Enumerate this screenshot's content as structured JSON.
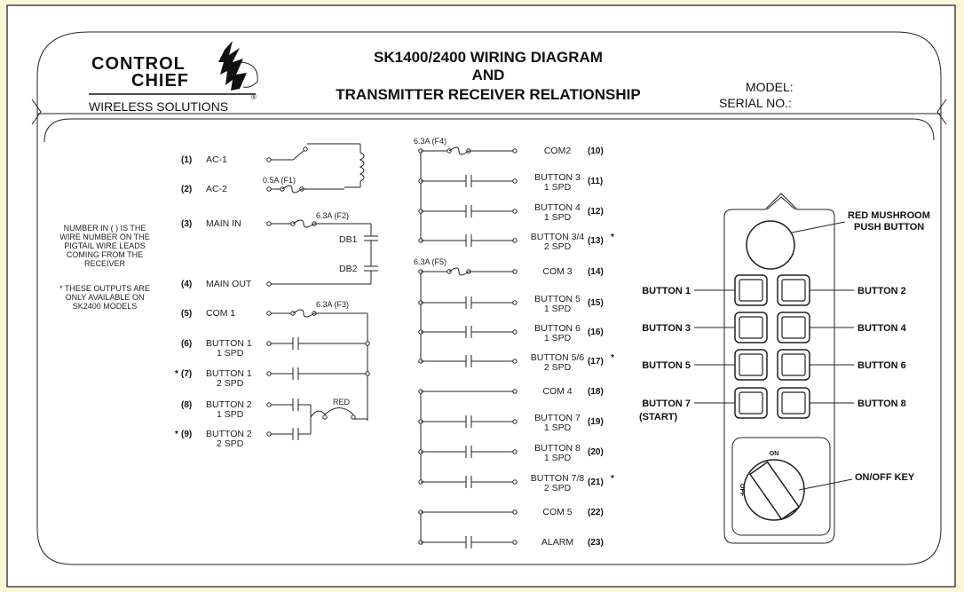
{
  "logo": {
    "line1": "CONTROL",
    "line2": "CHIEF",
    "registered": "®",
    "tagline": "WIRELESS SOLUTIONS"
  },
  "title": {
    "line1": "SK1400/2400 WIRING DIAGRAM",
    "line2": "AND",
    "line3": "TRANSMITTER RECEIVER RELATIONSHIP"
  },
  "model_label": "MODEL:",
  "serial_label": "SERIAL NO.:",
  "notes": {
    "wire_number": [
      "NUMBER IN ( ) IS THE",
      "WIRE NUMBER ON THE",
      "PIGTAIL WIRE LEADS",
      "COMING FROM THE",
      "RECEIVER"
    ],
    "outputs": [
      "* THESE OUTPUTS ARE",
      "ONLY AVAILABLE ON",
      "SK2400 MODELS"
    ]
  },
  "left_terminals": [
    {
      "num": "(1)",
      "name": "AC-1",
      "sub": "",
      "star": ""
    },
    {
      "num": "(2)",
      "name": "AC-2",
      "sub": "",
      "star": ""
    },
    {
      "num": "(3)",
      "name": "MAIN IN",
      "sub": "",
      "star": ""
    },
    {
      "num": "(4)",
      "name": "MAIN OUT",
      "sub": "",
      "star": ""
    },
    {
      "num": "(5)",
      "name": "COM 1",
      "sub": "",
      "star": ""
    },
    {
      "num": "(6)",
      "name": "BUTTON 1",
      "sub": "1 SPD",
      "star": ""
    },
    {
      "num": "(7)",
      "name": "BUTTON 1",
      "sub": "2 SPD",
      "star": "*"
    },
    {
      "num": "(8)",
      "name": "BUTTON 2",
      "sub": "1 SPD",
      "star": ""
    },
    {
      "num": "(9)",
      "name": "BUTTON 2",
      "sub": "2 SPD",
      "star": "*"
    }
  ],
  "left_labels": {
    "fuse1": "0.5A (F1)",
    "fuse2": "6.3A (F2)",
    "fuse3": "6.3A (F3)",
    "db1": "DB1",
    "db2": "DB2",
    "red": "RED"
  },
  "mid_terminals": [
    {
      "name": "COM2",
      "sub": "",
      "num": "(10)",
      "star": ""
    },
    {
      "name": "BUTTON 3",
      "sub": "1 SPD",
      "num": "(11)",
      "star": ""
    },
    {
      "name": "BUTTON 4",
      "sub": "1 SPD",
      "num": "(12)",
      "star": ""
    },
    {
      "name": "BUTTON 3/4",
      "sub": "2 SPD",
      "num": "(13)",
      "star": "*"
    },
    {
      "name": "COM 3",
      "sub": "",
      "num": "(14)",
      "star": ""
    },
    {
      "name": "BUTTON 5",
      "sub": "1 SPD",
      "num": "(15)",
      "star": ""
    },
    {
      "name": "BUTTON 6",
      "sub": "1 SPD",
      "num": "(16)",
      "star": ""
    },
    {
      "name": "BUTTON 5/6",
      "sub": "2 SPD",
      "num": "(17)",
      "star": "*"
    },
    {
      "name": "COM 4",
      "sub": "",
      "num": "(18)",
      "star": ""
    },
    {
      "name": "BUTTON 7",
      "sub": "1 SPD",
      "num": "(19)",
      "star": ""
    },
    {
      "name": "BUTTON 8",
      "sub": "1 SPD",
      "num": "(20)",
      "star": ""
    },
    {
      "name": "BUTTON 7/8",
      "sub": "2 SPD",
      "num": "(21)",
      "star": "*"
    },
    {
      "name": "COM 5",
      "sub": "",
      "num": "(22)",
      "star": ""
    },
    {
      "name": "ALARM",
      "sub": "",
      "num": "(23)",
      "star": ""
    }
  ],
  "mid_labels": {
    "fuse4": "6.3A (F4)",
    "fuse5": "6.3A (F5)"
  },
  "pendant": {
    "mushroom": [
      "RED MUSHROOM",
      "PUSH BUTTON"
    ],
    "buttons_left": [
      "BUTTON 1",
      "BUTTON 3",
      "BUTTON 5",
      "BUTTON 7"
    ],
    "buttons_right": [
      "BUTTON 2",
      "BUTTON 4",
      "BUTTON 6",
      "BUTTON 8"
    ],
    "start": "(START)",
    "key_on": "ON",
    "key_off": "OFF",
    "key_label": "ON/OFF KEY"
  }
}
